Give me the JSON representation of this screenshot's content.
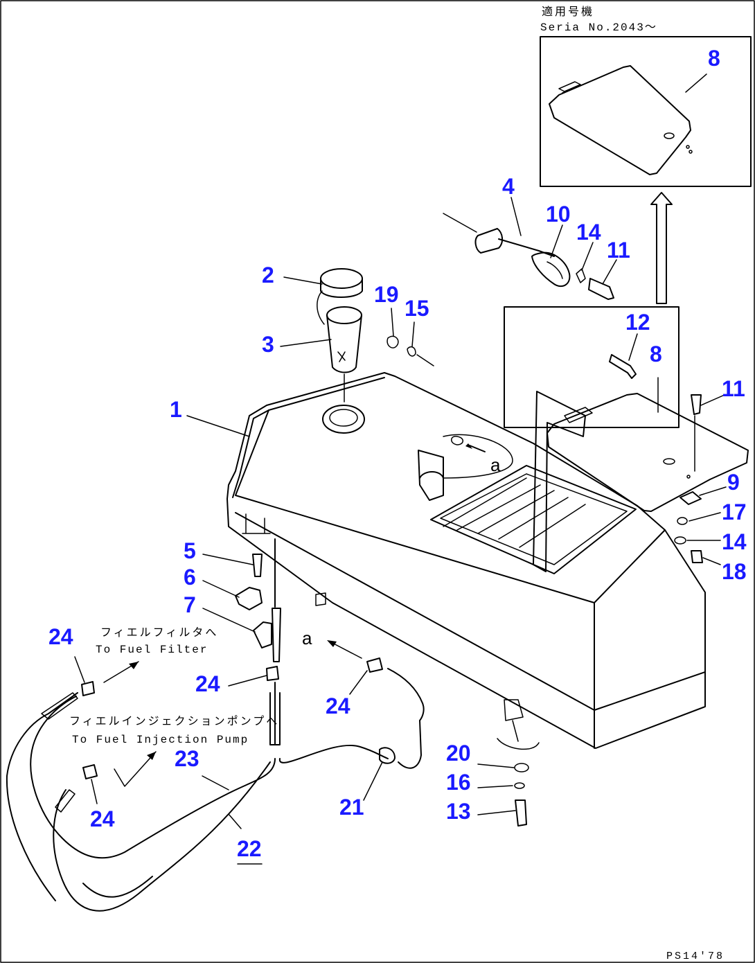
{
  "inset": {
    "title_jp": "適用号機",
    "title_en": "Seria  No.2043～"
  },
  "callouts": [
    {
      "id": "c1",
      "label": "1"
    },
    {
      "id": "c2",
      "label": "2"
    },
    {
      "id": "c3",
      "label": "3"
    },
    {
      "id": "c4",
      "label": "4"
    },
    {
      "id": "c5",
      "label": "5"
    },
    {
      "id": "c6",
      "label": "6"
    },
    {
      "id": "c7",
      "label": "7"
    },
    {
      "id": "c8a",
      "label": "8"
    },
    {
      "id": "c8b",
      "label": "8"
    },
    {
      "id": "c9",
      "label": "9"
    },
    {
      "id": "c10",
      "label": "10"
    },
    {
      "id": "c11a",
      "label": "11"
    },
    {
      "id": "c11b",
      "label": "11"
    },
    {
      "id": "c12",
      "label": "12"
    },
    {
      "id": "c13",
      "label": "13"
    },
    {
      "id": "c14a",
      "label": "14"
    },
    {
      "id": "c14b",
      "label": "14"
    },
    {
      "id": "c15",
      "label": "15"
    },
    {
      "id": "c16",
      "label": "16"
    },
    {
      "id": "c17",
      "label": "17"
    },
    {
      "id": "c18",
      "label": "18"
    },
    {
      "id": "c19",
      "label": "19"
    },
    {
      "id": "c20",
      "label": "20"
    },
    {
      "id": "c21",
      "label": "21"
    },
    {
      "id": "c22",
      "label": "22"
    },
    {
      "id": "c23",
      "label": "23"
    },
    {
      "id": "c24a",
      "label": "24"
    },
    {
      "id": "c24b",
      "label": "24"
    },
    {
      "id": "c24c",
      "label": "24"
    },
    {
      "id": "c24d",
      "label": "24"
    }
  ],
  "notes": {
    "to_filter_jp": "フィエルフィルタへ",
    "to_filter_en": "To Fuel Filter",
    "to_pump_jp": "フィエルインジェクションポンプへ",
    "to_pump_en": "To Fuel Injection Pump"
  },
  "view_marks": {
    "upper": "a",
    "lower": "a"
  },
  "drawing_code": "PS14'78"
}
